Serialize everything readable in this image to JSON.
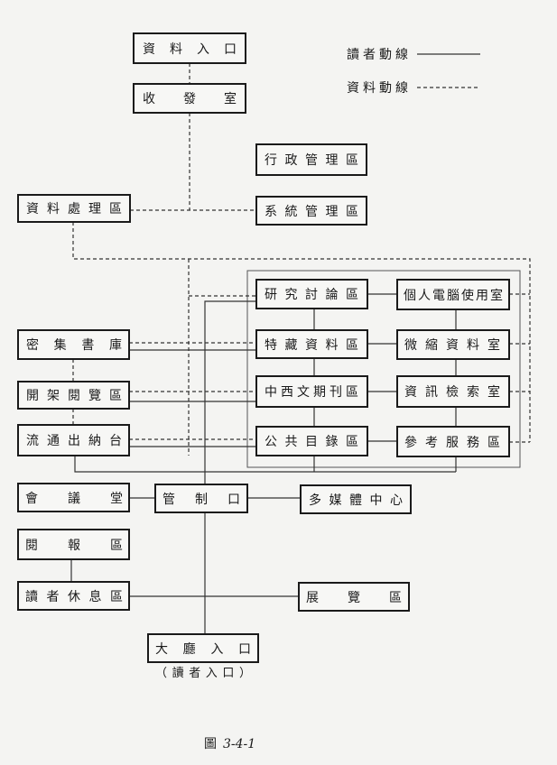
{
  "legend": {
    "reader_flow": "讀者動線",
    "material_flow": "資料動線"
  },
  "nodes": {
    "material_entrance": "資料入口",
    "mail_room": "收發室",
    "admin_area": "行政管理區",
    "system_area": "系統管理區",
    "processing_area": "資料處理區",
    "discussion_area": "研究討論區",
    "pc_room": "個人電腦使用室",
    "compact_stacks": "密集書庫",
    "special_collections": "特藏資料區",
    "microform_room": "微縮資料室",
    "open_stacks": "開架閱覽區",
    "periodicals": "中西文期刊區",
    "info_retrieval": "資訊檢索室",
    "circulation_desk": "流通出納台",
    "public_catalog": "公共目錄區",
    "reference_service": "參考服務區",
    "meeting_hall": "會議堂",
    "control_point": "管制口",
    "multimedia_center": "多媒體中心",
    "newspaper_area": "閱報區",
    "reader_lounge": "讀者休息區",
    "exhibition_area": "展覽區",
    "lobby_entrance": "大廳入口",
    "lobby_entrance_note": "（讀者入口）"
  },
  "caption": {
    "prefix": "圖",
    "number": "3-4-1"
  }
}
